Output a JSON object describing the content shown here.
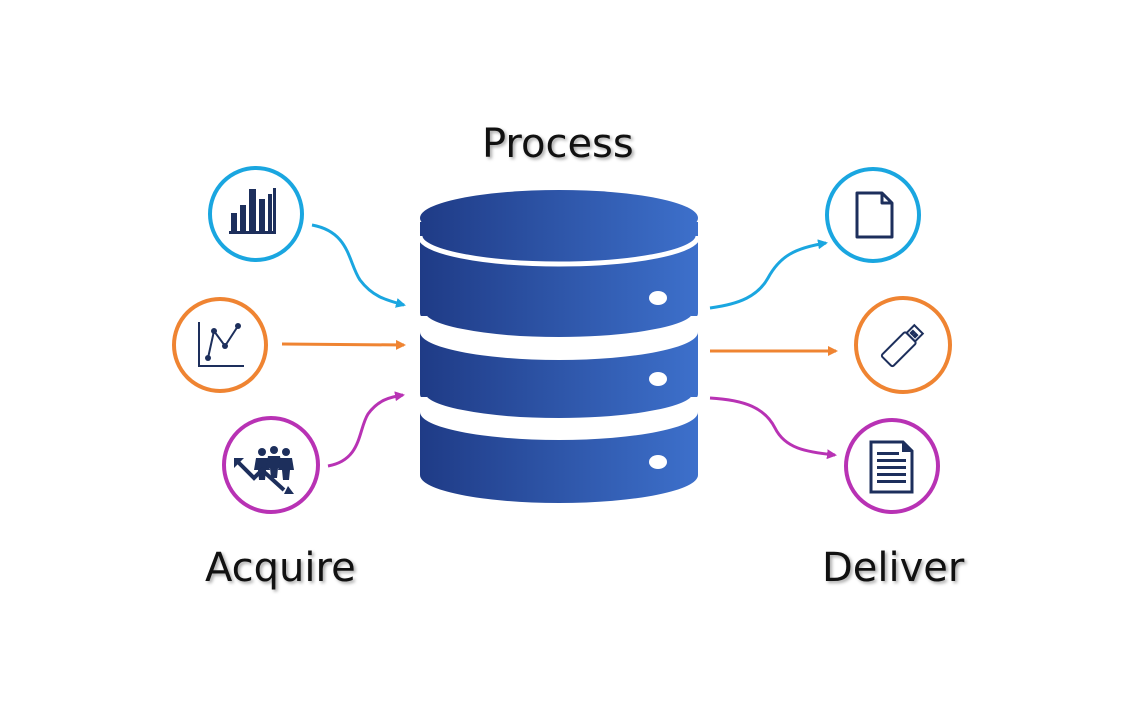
{
  "labels": {
    "process": "Process",
    "acquire": "Acquire",
    "deliver": "Deliver"
  },
  "colors": {
    "cyan": "#1aa6e0",
    "orange": "#ef8432",
    "magenta": "#b832b4",
    "navy": "#1d2f5c",
    "db_dark": "#233f8a",
    "db_light": "#3b6cc8",
    "db_hole": "#ffffff"
  },
  "sources": [
    {
      "icon": "bar-chart-icon",
      "color": "cyan"
    },
    {
      "icon": "line-chart-icon",
      "color": "orange"
    },
    {
      "icon": "people-growth-icon",
      "color": "magenta"
    }
  ],
  "outputs": [
    {
      "icon": "file-icon",
      "color": "cyan"
    },
    {
      "icon": "usb-drive-icon",
      "color": "orange"
    },
    {
      "icon": "document-icon",
      "color": "magenta"
    }
  ]
}
